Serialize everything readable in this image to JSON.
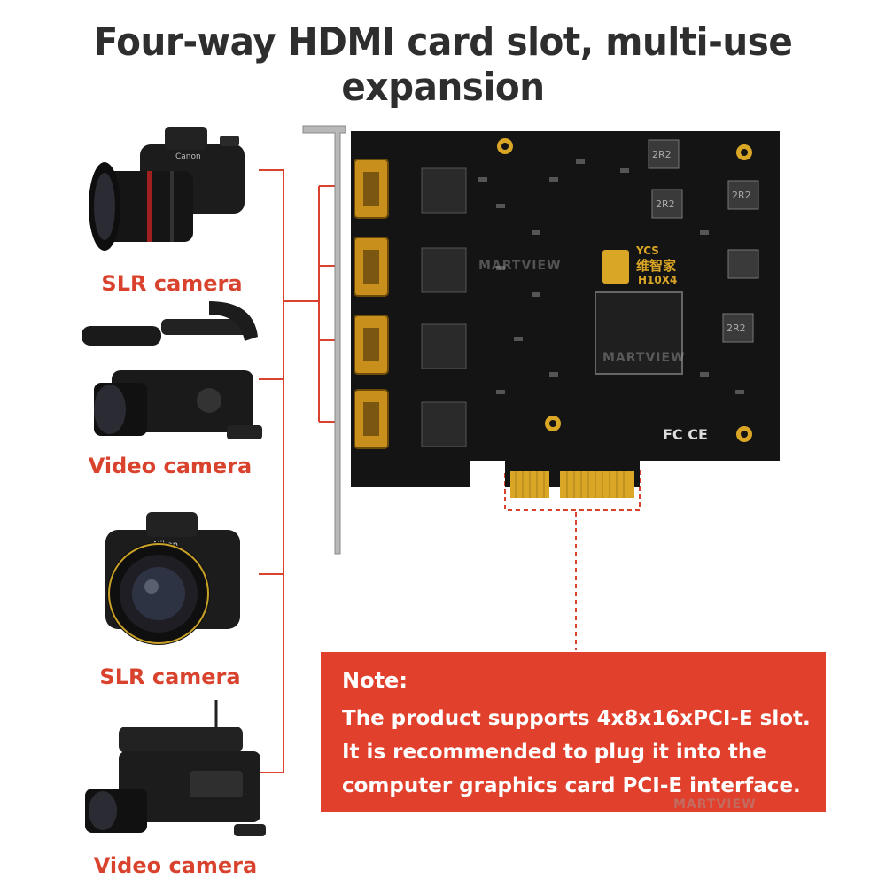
{
  "title": "Four-way HDMI card slot, multi-use expansion",
  "cameras": [
    {
      "label": "SLR camera",
      "brand": "Canon"
    },
    {
      "label": "Video camera"
    },
    {
      "label": "SLR camera",
      "brand": "Nikon"
    },
    {
      "label": "Video camera"
    }
  ],
  "board": {
    "brand": "YCS",
    "cn_brand": "维智家",
    "model": "H10X4",
    "cert": "FC CE",
    "inductor_label": "2R2"
  },
  "note": {
    "title": "Note:",
    "lines": [
      "The product supports 4x8x16xPCI-E slot.",
      "It is recommended to plug it into the",
      "computer graphics card PCI-E interface."
    ]
  },
  "watermark": "MARTVIEW",
  "colors": {
    "accent": "#e1402c",
    "label": "#d9432e",
    "line": "#d9432e",
    "pcb": "#141414",
    "gold": "#d9a626"
  }
}
